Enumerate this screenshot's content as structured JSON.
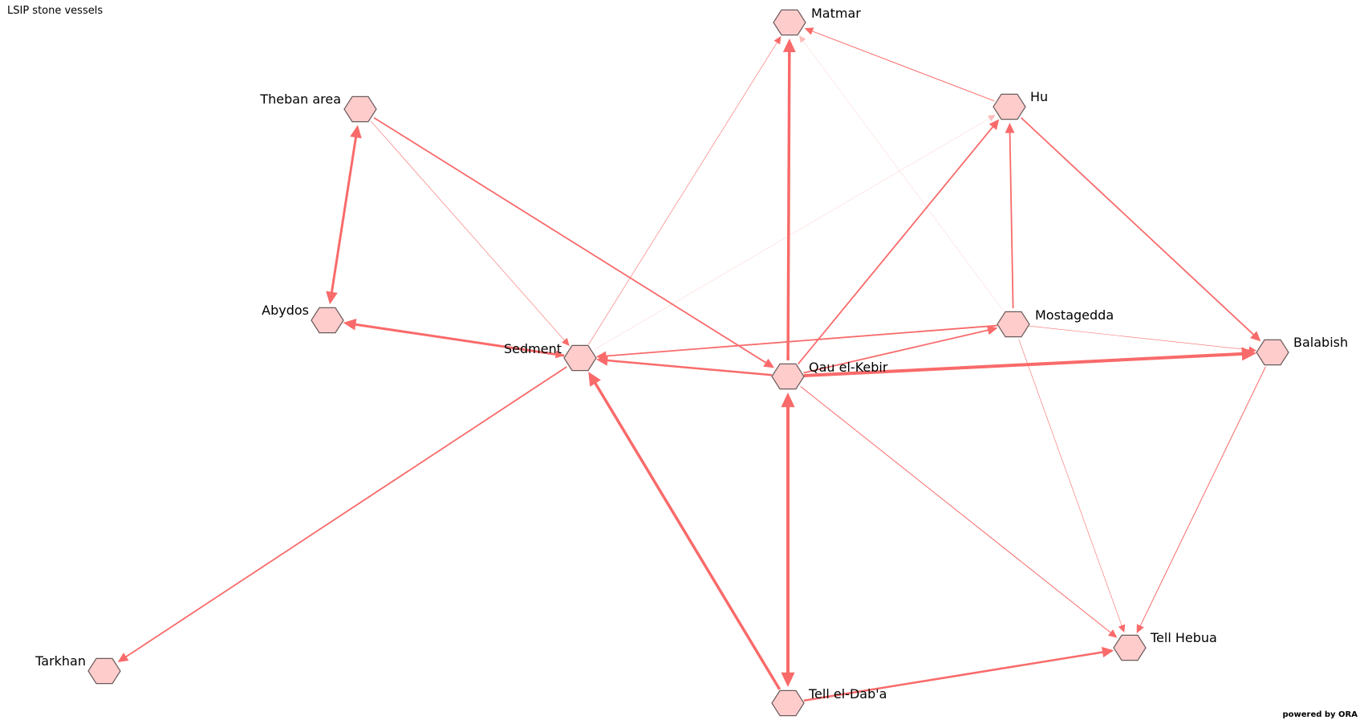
{
  "title": "LSIP stone vessels",
  "credit": "powered by ORA",
  "colors": {
    "edge": "#f96a6a",
    "node_fill": "#ffcccc",
    "node_stroke": "#6b5a5a"
  },
  "nodes": [
    {
      "id": "matmar",
      "label": "Matmar",
      "icon": "hexagon-node"
    },
    {
      "id": "theban",
      "label": "Theban area",
      "icon": "hexagon-node"
    },
    {
      "id": "hu",
      "label": "Hu",
      "icon": "hexagon-node"
    },
    {
      "id": "abydos",
      "label": "Abydos",
      "icon": "hexagon-node"
    },
    {
      "id": "mostagedda",
      "label": "Mostagedda",
      "icon": "hexagon-node"
    },
    {
      "id": "sedment",
      "label": "Sedment",
      "icon": "hexagon-node"
    },
    {
      "id": "qau",
      "label": "Qau el-Kebir",
      "icon": "hexagon-node"
    },
    {
      "id": "balabish",
      "label": "Balabish",
      "icon": "hexagon-node"
    },
    {
      "id": "tarkhan",
      "label": "Tarkhan",
      "icon": "hexagon-node"
    },
    {
      "id": "tellhebua",
      "label": "Tell Hebua",
      "icon": "hexagon-node"
    },
    {
      "id": "telldaba",
      "label": "Tell el-Dab'a",
      "icon": "hexagon-node"
    }
  ],
  "edges": [
    {
      "from": "theban",
      "to": "abydos",
      "weight": 3,
      "bidirectional": true
    },
    {
      "from": "abydos",
      "to": "sedment",
      "weight": 1
    },
    {
      "from": "sedment",
      "to": "abydos",
      "weight": 3
    },
    {
      "from": "theban",
      "to": "sedment",
      "weight": 0.6
    },
    {
      "from": "theban",
      "to": "qau",
      "weight": 1.8
    },
    {
      "from": "sedment",
      "to": "matmar",
      "weight": 0.6
    },
    {
      "from": "sedment",
      "to": "hu",
      "weight": 0.3
    },
    {
      "from": "sedment",
      "to": "tarkhan",
      "weight": 1.8
    },
    {
      "from": "qau",
      "to": "sedment",
      "weight": 2.5
    },
    {
      "from": "mostagedda",
      "to": "sedment",
      "weight": 1.8
    },
    {
      "from": "telldaba",
      "to": "sedment",
      "weight": 3.5
    },
    {
      "from": "qau",
      "to": "matmar",
      "weight": 3.5
    },
    {
      "from": "hu",
      "to": "matmar",
      "weight": 1
    },
    {
      "from": "mostagedda",
      "to": "matmar",
      "weight": 0.3
    },
    {
      "from": "qau",
      "to": "hu",
      "weight": 1.8
    },
    {
      "from": "mostagedda",
      "to": "hu",
      "weight": 1.8
    },
    {
      "from": "hu",
      "to": "balabish",
      "weight": 1.8
    },
    {
      "from": "qau",
      "to": "mostagedda",
      "weight": 1.8
    },
    {
      "from": "qau",
      "to": "balabish",
      "weight": 4
    },
    {
      "from": "mostagedda",
      "to": "balabish",
      "weight": 0.6
    },
    {
      "from": "qau",
      "to": "telldaba",
      "weight": 4,
      "bidirectional": true
    },
    {
      "from": "qau",
      "to": "tellhebua",
      "weight": 1
    },
    {
      "from": "mostagedda",
      "to": "tellhebua",
      "weight": 0.6
    },
    {
      "from": "balabish",
      "to": "tellhebua",
      "weight": 1
    },
    {
      "from": "telldaba",
      "to": "tellhebua",
      "weight": 2.5
    }
  ]
}
